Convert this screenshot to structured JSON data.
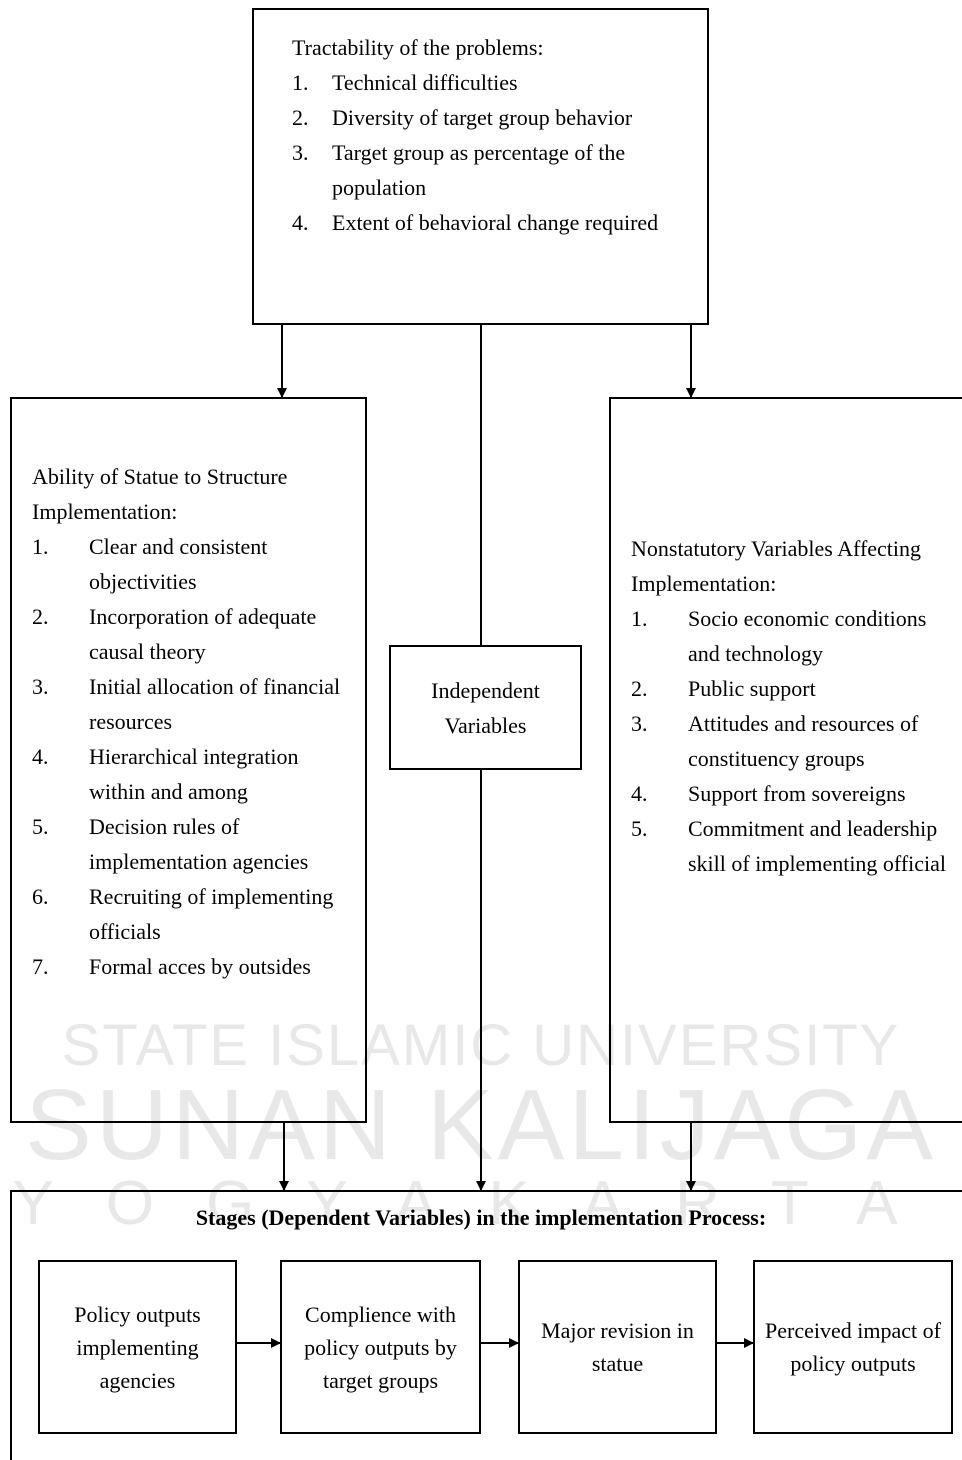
{
  "watermark": {
    "line1": "STATE ISLAMIC UNIVERSITY",
    "line2": "SUNAN KALIJAGA",
    "line3": "YOGYAKARTA"
  },
  "top_box": {
    "title": "Tractability of the problems:",
    "items": [
      {
        "num": "1.",
        "text": "Technical difficulties"
      },
      {
        "num": "2.",
        "text": "Diversity of target group behavior"
      },
      {
        "num": "3.",
        "text": "Target group as percentage of the population"
      },
      {
        "num": "4.",
        "text": "Extent of behavioral change required"
      }
    ]
  },
  "left_box": {
    "title": "Ability of Statue to Structure Implementation:",
    "items": [
      {
        "num": "1.",
        "text": "Clear and consistent objectivities"
      },
      {
        "num": "2.",
        "text": "Incorporation of adequate causal theory"
      },
      {
        "num": "3.",
        "text": "Initial allocation of financial resources"
      },
      {
        "num": "4.",
        "text": "Hierarchical integration within and among"
      },
      {
        "num": "5.",
        "text": "Decision rules of implementation agencies"
      },
      {
        "num": "6.",
        "text": "Recruiting of implementing officials"
      },
      {
        "num": "7.",
        "text": "Formal acces by outsides"
      }
    ]
  },
  "right_box": {
    "title": "Nonstatutory Variables Affecting Implementation:",
    "items": [
      {
        "num": "1.",
        "text": "Socio economic conditions and technology"
      },
      {
        "num": "2.",
        "text": "Public support"
      },
      {
        "num": "3.",
        "text": "Attitudes and resources of constituency groups"
      },
      {
        "num": "4.",
        "text": "Support from sovereigns"
      },
      {
        "num": "5.",
        "text": "Commitment and leadership skill of implementing official"
      }
    ]
  },
  "center_box": {
    "line1": "Independent",
    "line2": "Variables"
  },
  "bottom": {
    "title": "Stages (Dependent Variables) in the implementation Process:",
    "stages": [
      "Policy outputs implementing agencies",
      "Complience with policy outputs by target groups",
      "Major revision in statue",
      "Perceived impact of policy outputs"
    ]
  }
}
